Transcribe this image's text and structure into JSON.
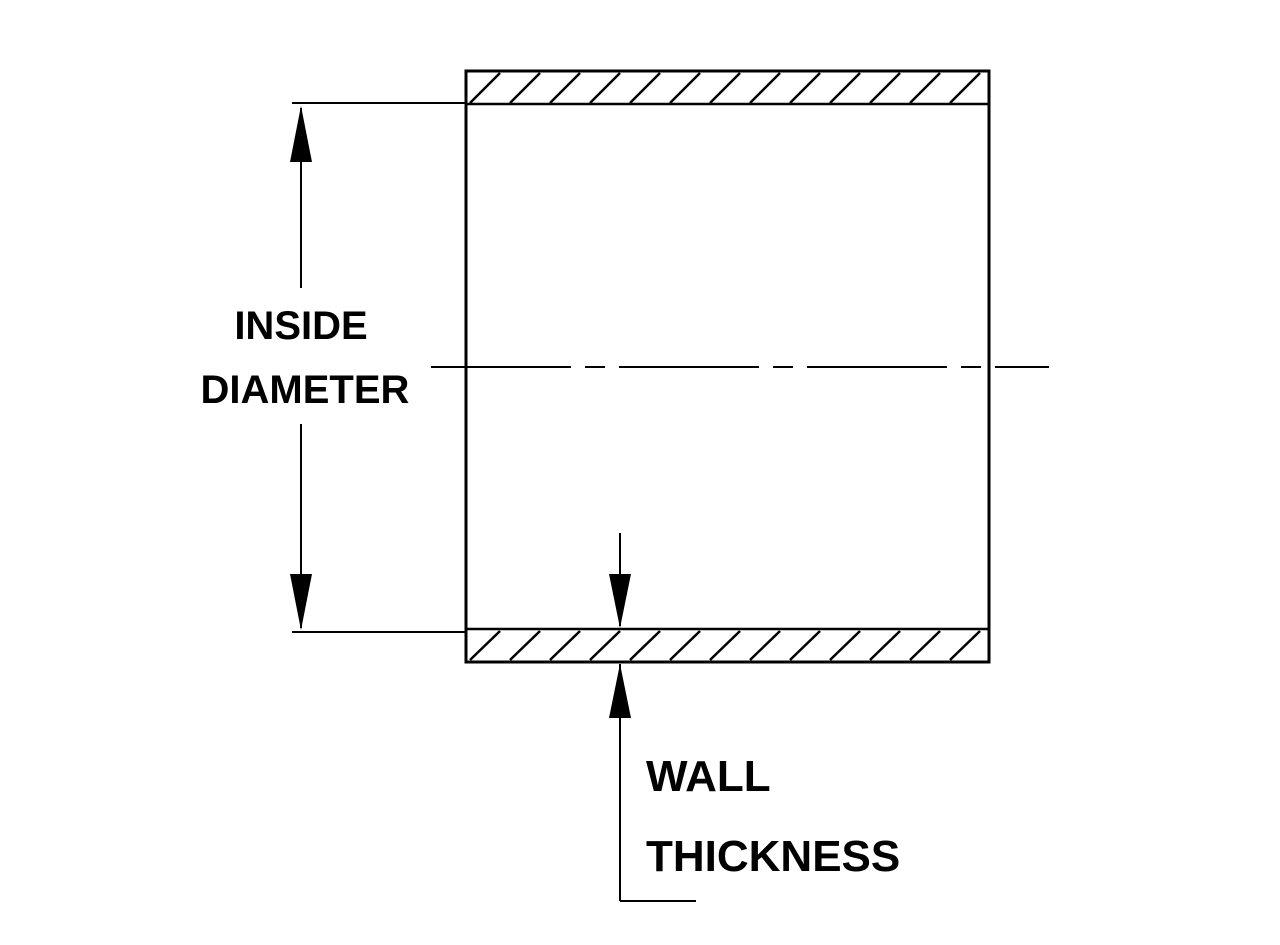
{
  "diagram": {
    "type": "tube-cross-section-dimension-drawing",
    "labels": {
      "inside_diameter_line1": "INSIDE",
      "inside_diameter_line2": "DIAMETER",
      "wall_thickness_line1": "WALL",
      "wall_thickness_line2": "THICKNESS"
    },
    "colors": {
      "line": "#000000",
      "background": "#ffffff"
    }
  }
}
